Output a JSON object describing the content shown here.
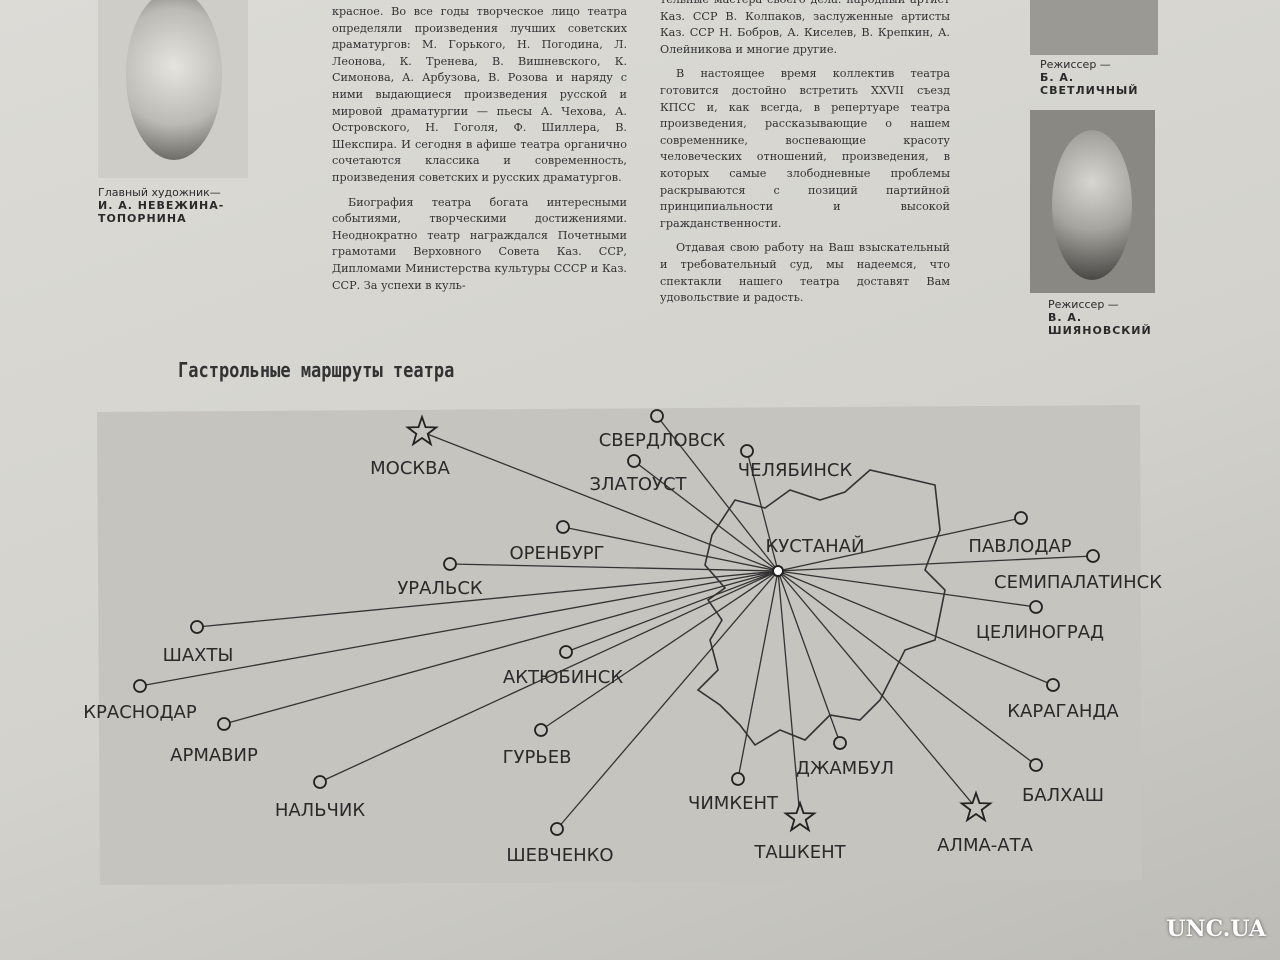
{
  "captions": {
    "artist_role": "Главный художник—",
    "artist_name": "И. А. НЕВЕЖИНА-ТОПОРНИНА",
    "director1_role": "Режиссер —",
    "director1_name": "Б. А. СВЕТЛИЧНЫЙ",
    "director2_role": "Режиссер —",
    "director2_name": "В. А. ШИЯНОВСКИЙ"
  },
  "column1": [
    "красное. Во все годы творческое лицо театра определяли произведения лучших советских драматургов: М. Горького, Н. Погодина, Л. Леонова, К. Тренева, В. Вишневского, К. Симонова, А. Арбузова, В. Розова и наряду с ними выдающиеся произведения русской и мировой драматургии — пьесы А. Чехова, А. Островского, Н. Гоголя, Ф. Шиллера, В. Шекспира. И сегодня в афише театра органично сочетаются классика и современность, произведения советских и русских драматургов.",
    "Биография театра богата интересными событиями, творческими достижениями. Неоднократно театр награждался Почетными грамотами Верховного Совета Каз. ССР, Дипломами Министерства культуры СССР и Каз. ССР. За успехи в куль-"
  ],
  "column2": [
    "тельные мастера своего дела: народный артист Каз. ССР В. Колпаков, заслуженные артисты Каз. ССР Н. Бобров, А. Киселев, В. Крепкин, А. Олейникова и многие другие.",
    "В настоящее время коллектив театра готовится достойно встретить XXVII съезд КПСС и, как всегда, в репертуаре театра произведения, рассказывающие о нашем современнике, воспевающие красоту человеческих отношений, произведения, в которых самые злободневные проблемы раскрываются с позиций партийной принципиальности и высокой гражданственности.",
    "Отдавая свою работу на Ваш взыскательный и требовательный суд, мы надеемся, что спектакли нашего театра доставят Вам удовольствие и радость."
  ],
  "map": {
    "title": "Гастрольные маршруты театра",
    "hub": "КУСТАНАЙ",
    "cities": [
      {
        "name": "МОСКВА",
        "marker": "star"
      },
      {
        "name": "СВЕРДЛОВСК",
        "marker": "circle"
      },
      {
        "name": "ЗЛАТОУСТ",
        "marker": "circle"
      },
      {
        "name": "ЧЕЛЯБИНСК",
        "marker": "circle"
      },
      {
        "name": "ОРЕНБУРГ",
        "marker": "circle"
      },
      {
        "name": "УРАЛЬСК",
        "marker": "circle"
      },
      {
        "name": "ШАХТЫ",
        "marker": "circle"
      },
      {
        "name": "КРАСНОДАР",
        "marker": "circle"
      },
      {
        "name": "АРМАВИР",
        "marker": "circle"
      },
      {
        "name": "НАЛЬЧИК",
        "marker": "circle"
      },
      {
        "name": "АКТЮБИНСК",
        "marker": "circle"
      },
      {
        "name": "ГУРЬЕВ",
        "marker": "circle"
      },
      {
        "name": "ШЕВЧЕНКО",
        "marker": "circle"
      },
      {
        "name": "ЧИМКЕНТ",
        "marker": "circle"
      },
      {
        "name": "ТАШКЕНТ",
        "marker": "star"
      },
      {
        "name": "ДЖАМБУЛ",
        "marker": "circle"
      },
      {
        "name": "АЛМА-АТА",
        "marker": "star"
      },
      {
        "name": "БАЛХАШ",
        "marker": "circle"
      },
      {
        "name": "КАРАГАНДА",
        "marker": "circle"
      },
      {
        "name": "ЦЕЛИНОГРАД",
        "marker": "circle"
      },
      {
        "name": "СЕМИПАЛАТИНСК",
        "marker": "circle"
      },
      {
        "name": "ПАВЛОДАР",
        "marker": "circle"
      }
    ]
  },
  "watermark": "UNC.UA"
}
